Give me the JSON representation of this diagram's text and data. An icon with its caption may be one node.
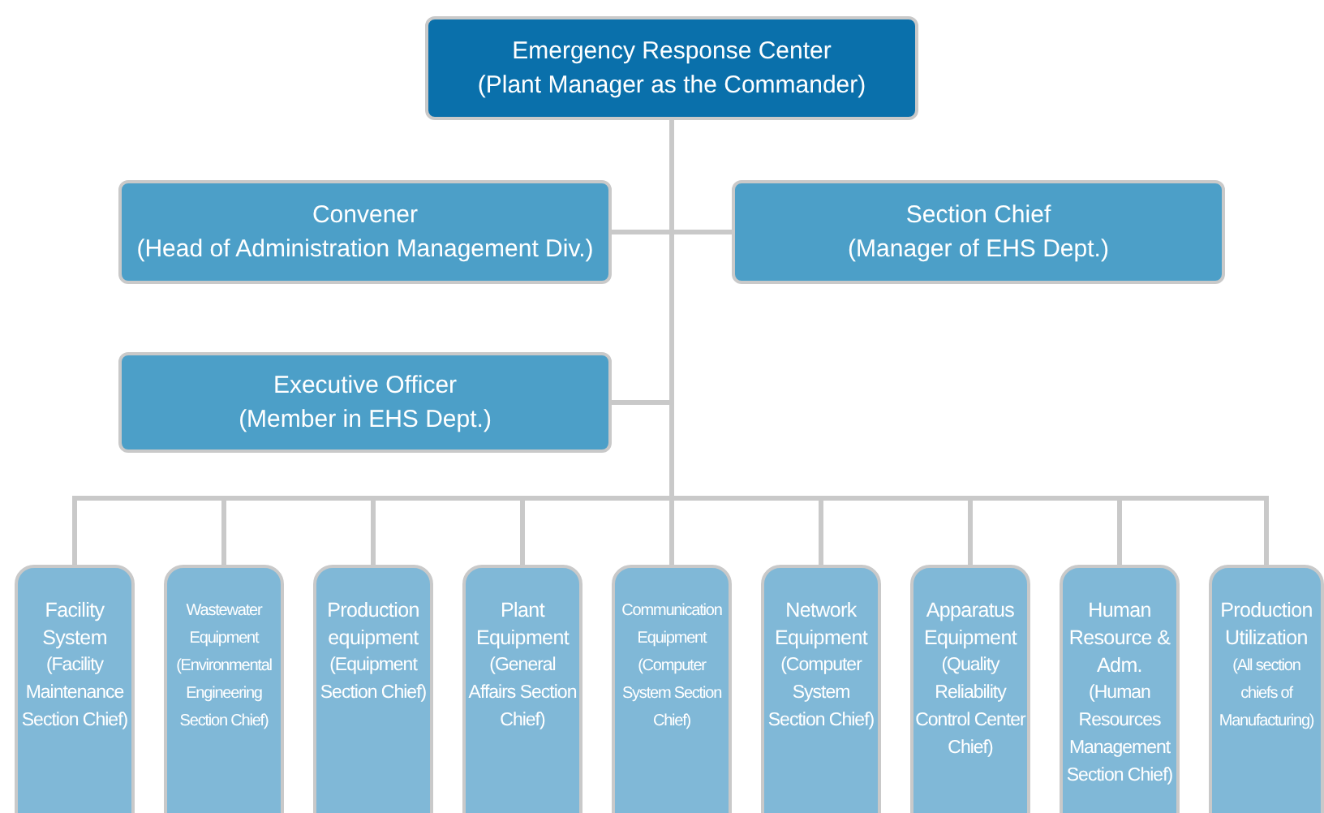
{
  "diagram": {
    "nodes": [
      {
        "text": [
          "Emergency Response Center",
          "(Plant Manager as the Commander)"
        ]
      },
      {
        "text": [
          "Convener",
          "(Head of Administration Management Div.)"
        ]
      },
      {
        "text": [
          "Section Chief",
          "(Manager of EHS Dept.)"
        ]
      },
      {
        "text": [
          "Executive Officer",
          "(Member in EHS Dept.)"
        ]
      },
      {
        "text": [
          "Facility System",
          "(Facility Maintenance Section Chief)"
        ]
      },
      {
        "text": [
          "Wastewater Equipment",
          "(Environmental Engineering Section Chief)"
        ]
      },
      {
        "text": [
          "Production equipment",
          "(Equipment Section Chief)"
        ]
      },
      {
        "text": [
          "Plant Equipment",
          "(General Affairs Section Chief)"
        ]
      },
      {
        "text": [
          "Communication Equipment",
          "(Computer System Section Chief)"
        ]
      },
      {
        "text": [
          "Network Equipment",
          "(Computer System Section Chief)"
        ]
      },
      {
        "text": [
          "Apparatus Equipment",
          "(Quality Reliability Control Center Chief)"
        ]
      },
      {
        "text": [
          "Human Resource & Adm.",
          "(Human Resources Management Section Chief)"
        ]
      },
      {
        "text": [
          "Production Utilization",
          "(All section chiefs of Manufacturing)"
        ]
      }
    ],
    "edges": [
      {
        "from": 0,
        "to": 1,
        "arrow": "none"
      },
      {
        "from": 0,
        "to": 2,
        "arrow": "none"
      },
      {
        "from": 0,
        "to": 3,
        "arrow": "none"
      },
      {
        "from": 0,
        "to": 4,
        "arrow": "none"
      },
      {
        "from": 0,
        "to": 5,
        "arrow": "none"
      },
      {
        "from": 0,
        "to": 6,
        "arrow": "none"
      },
      {
        "from": 0,
        "to": 7,
        "arrow": "none"
      },
      {
        "from": 0,
        "to": 8,
        "arrow": "none"
      },
      {
        "from": 0,
        "to": 9,
        "arrow": "none"
      },
      {
        "from": 0,
        "to": 10,
        "arrow": "none"
      },
      {
        "from": 0,
        "to": 11,
        "arrow": "none"
      },
      {
        "from": 0,
        "to": 12,
        "arrow": "none"
      }
    ]
  }
}
